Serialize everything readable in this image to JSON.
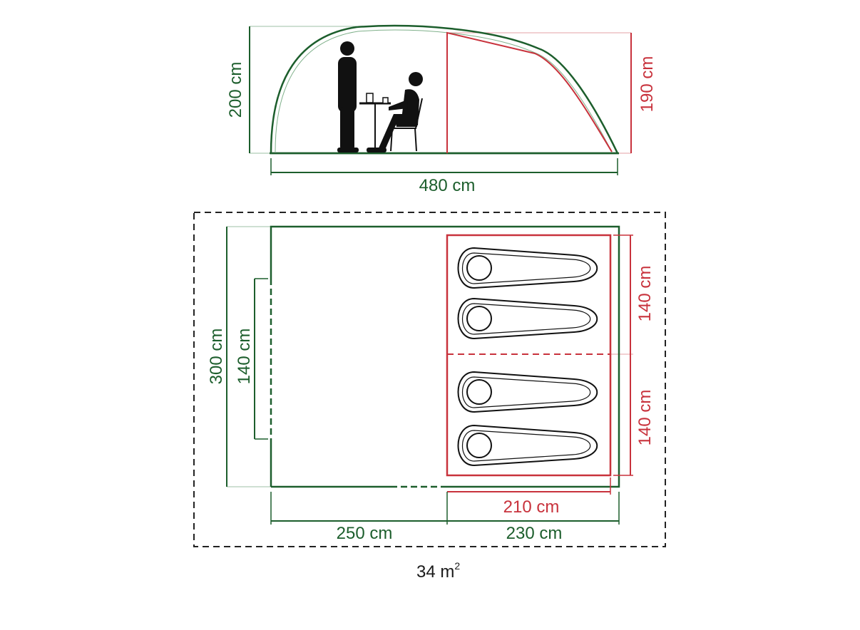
{
  "side_view": {
    "height_total_label": "200 cm",
    "height_bedroom_label": "190 cm",
    "length_label": "480 cm",
    "figures": [
      "standing-person-icon",
      "seated-person-icon",
      "table-icon",
      "chair-icon"
    ]
  },
  "floor_plan": {
    "width_total_label": "300 cm",
    "door_width_label": "140 cm",
    "bedroom_1_width_label": "140 cm",
    "bedroom_2_width_label": "140 cm",
    "bedroom_depth_label": "210 cm",
    "living_length_label": "250 cm",
    "bedroom_length_label": "230 cm",
    "sleeping_bags": 4
  },
  "footprint": {
    "area_value": "34 m",
    "area_unit_sup": "2"
  },
  "colors": {
    "outer_tent": "#1c5e2c",
    "inner_tent": "#c8323c",
    "figures": "#111111",
    "footprint": "#222222"
  }
}
